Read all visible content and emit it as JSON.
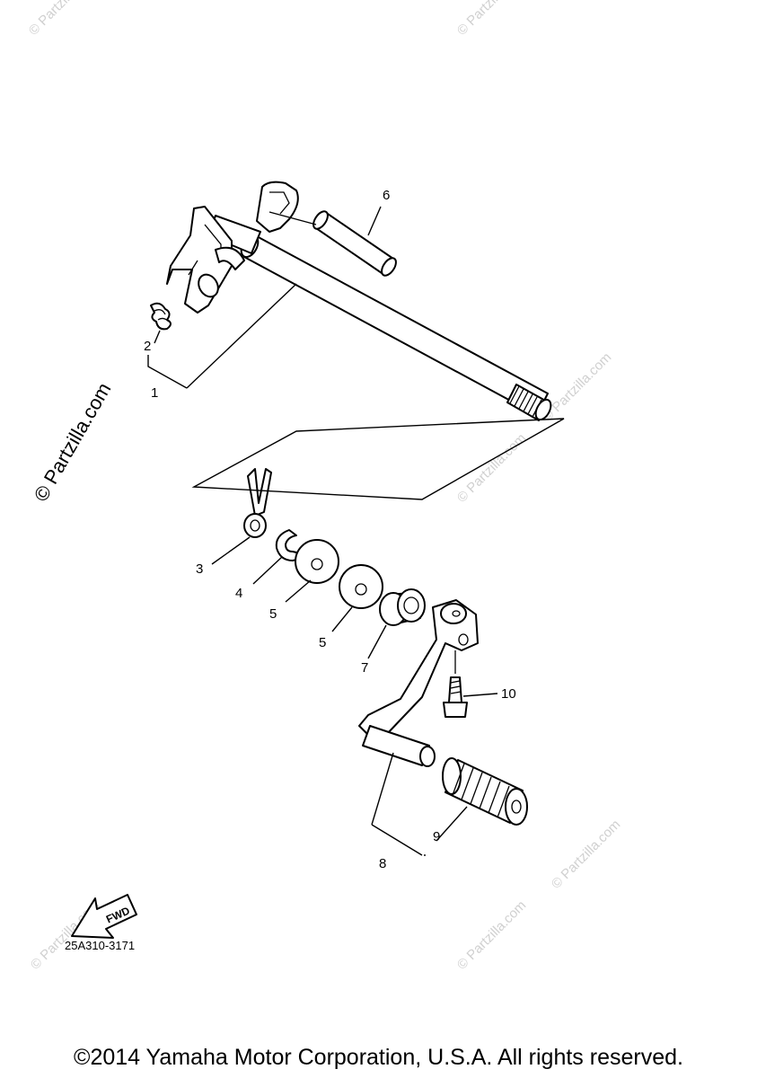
{
  "diagram": {
    "callouts": [
      "1",
      "2",
      "3",
      "4",
      "5",
      "5",
      "6",
      "7",
      "8",
      "9",
      "10"
    ],
    "fwd_label": "FWD",
    "reference_code": "25A310-3171",
    "watermark": "© Partzilla.com",
    "watermark_small": "© Partzilla.com"
  },
  "footer": {
    "copyright": "©2014 Yamaha Motor Corporation, U.S.A. All rights reserved."
  }
}
